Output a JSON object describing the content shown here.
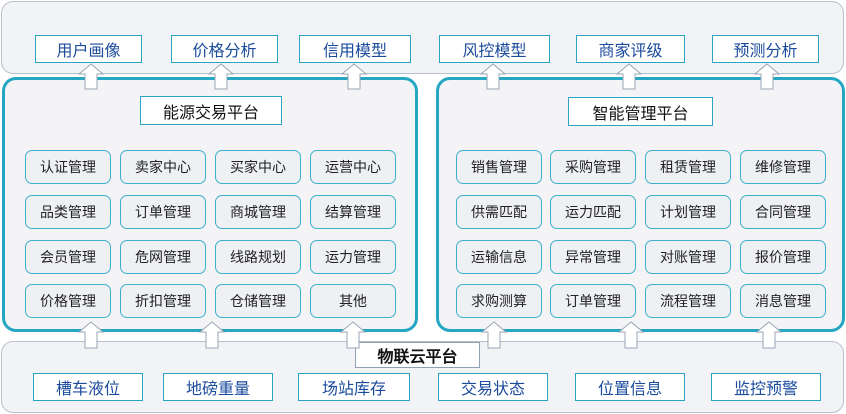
{
  "top_layer": [
    "用户画像",
    "价格分析",
    "信用模型",
    "风控模型",
    "商家评级",
    "预测分析"
  ],
  "energy_platform": {
    "title": "能源交易平台",
    "modules": [
      "认证管理",
      "卖家中心",
      "买家中心",
      "运营中心",
      "品类管理",
      "订单管理",
      "商城管理",
      "结算管理",
      "会员管理",
      "危网管理",
      "线路规划",
      "运力管理",
      "价格管理",
      "折扣管理",
      "仓储管理",
      "其他"
    ]
  },
  "smart_platform": {
    "title": "智能管理平台",
    "modules": [
      "销售管理",
      "采购管理",
      "租赁管理",
      "维修管理",
      "供需匹配",
      "运力匹配",
      "计划管理",
      "合同管理",
      "运输信息",
      "异常管理",
      "对账管理",
      "报价管理",
      "求购测算",
      "订单管理",
      "流程管理",
      "消息管理"
    ]
  },
  "iot_platform": {
    "title": "物联云平台",
    "items": [
      "槽车液位",
      "地磅重量",
      "场站库存",
      "交易状态",
      "位置信息",
      "监控预警"
    ]
  },
  "colors": {
    "platform_border": "#25a6c2",
    "box_text": "#1b4b9c",
    "arrow_fill": "#ffffff",
    "arrow_stroke": "#9aa6b4"
  }
}
